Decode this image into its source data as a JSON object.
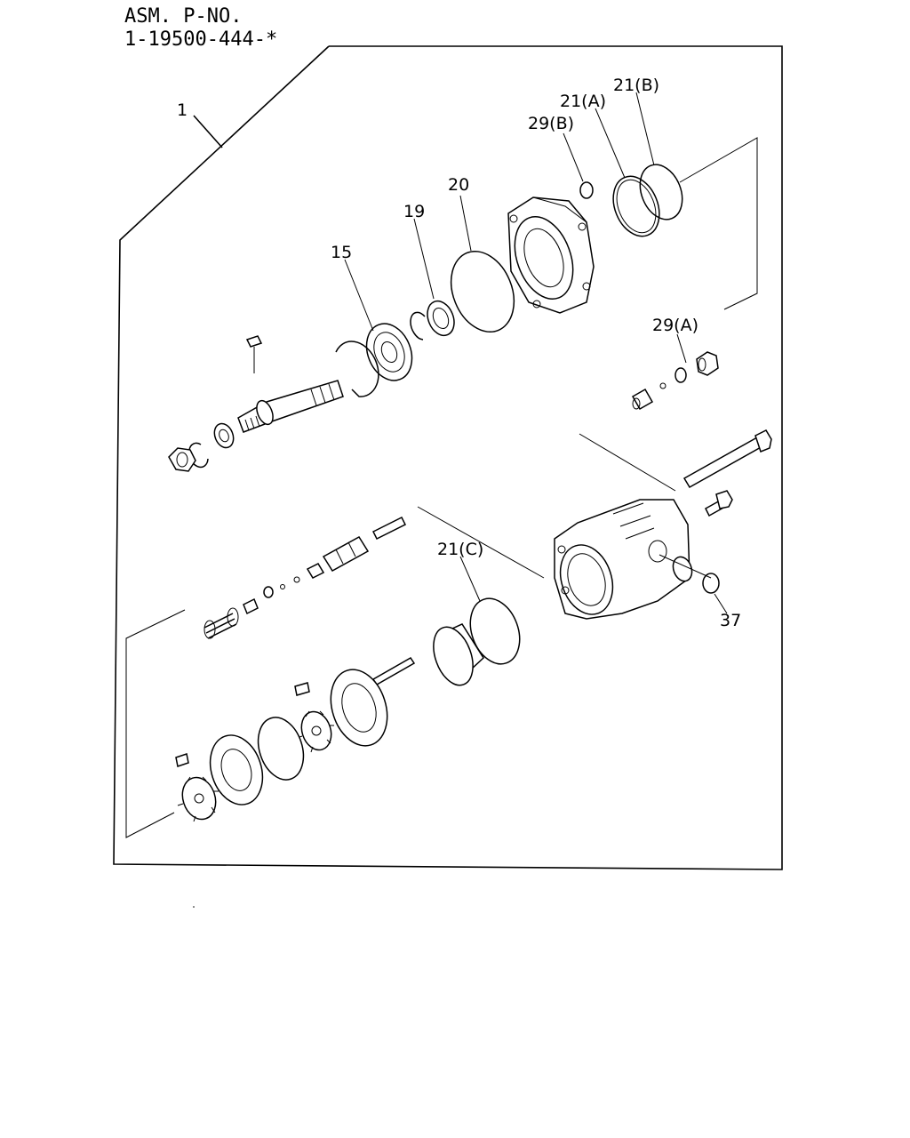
{
  "header": {
    "line1": "ASM. P-NO.",
    "line2": "1-19500-444-*"
  },
  "callouts": {
    "c1": "1",
    "c15": "15",
    "c19": "19",
    "c20": "20",
    "c21a": "21(A)",
    "c21b": "21(B)",
    "c21c": "21(C)",
    "c29a": "29(A)",
    "c29b": "29(B)",
    "c37": "37"
  }
}
